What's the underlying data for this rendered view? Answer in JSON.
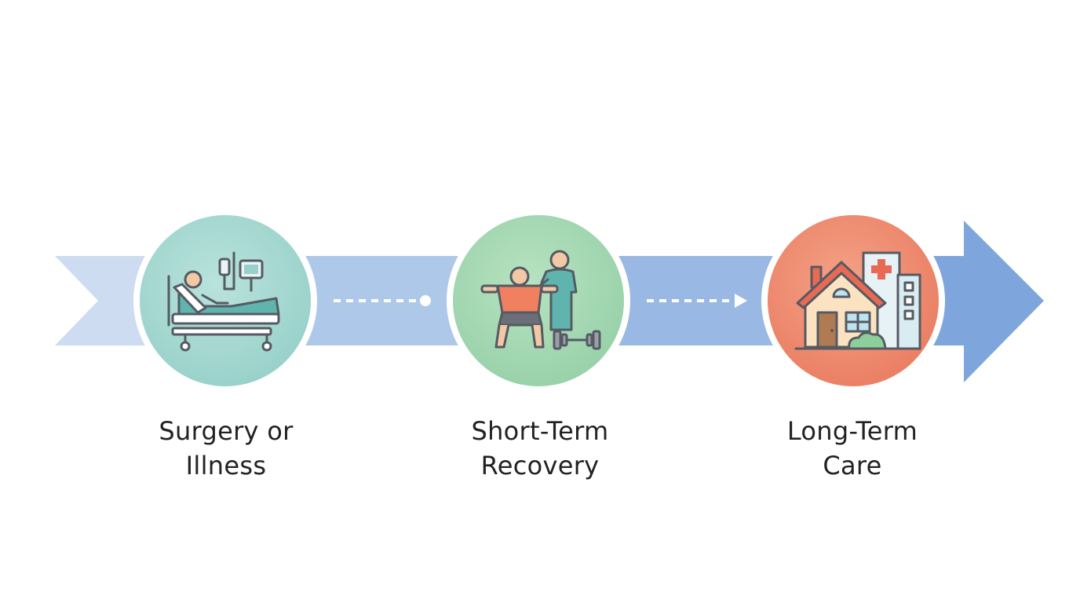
{
  "stages": [
    {
      "id": "surgery-or-illness",
      "line1": "Surgery or",
      "line2": "Illness",
      "icon": "hospital-bed-icon",
      "color": "#a3d8d1"
    },
    {
      "id": "short-term-recovery",
      "line1": "Short-Term",
      "line2": "Recovery",
      "icon": "physical-therapy-icon",
      "color": "#a7d8b3"
    },
    {
      "id": "long-term-care",
      "line1": "Long-Term",
      "line2": "Care",
      "icon": "home-care-icon",
      "color": "#ee8a6e"
    }
  ],
  "connectors": [
    {
      "from": "surgery-or-illness",
      "to": "short-term-recovery",
      "style": "dashed-dot"
    },
    {
      "from": "short-term-recovery",
      "to": "long-term-care",
      "style": "dashed-arrow"
    }
  ],
  "colors": {
    "band_light": "#c9daf1",
    "band_mid": "#a9c6ea",
    "band_dark": "#7ea6dc",
    "outline": "#555a63",
    "teal": "#5fb5ad",
    "skin": "#f2c9a4",
    "orange_shirt": "#f0805f",
    "house_wall": "#fbe3c2",
    "roof": "#e86a55"
  }
}
